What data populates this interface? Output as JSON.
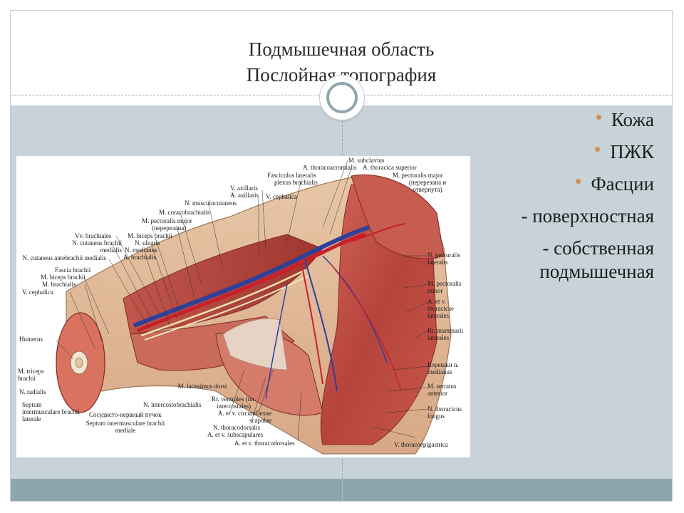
{
  "slide": {
    "title_line1": "Подмышечная область",
    "title_line2": "Послойная топография"
  },
  "bullets": [
    {
      "text": "Кожа"
    },
    {
      "text": "ПЖК"
    },
    {
      "text": "Фасции"
    }
  ],
  "subitems": [
    {
      "text": "- поверхностная"
    },
    {
      "text": "- собственная подмышечная"
    }
  ],
  "colors": {
    "accent_band": "#8ea6ab",
    "content_bg": "#c7d3d8",
    "bullet_dot": "#d08c55"
  },
  "illustration": {
    "labels": {
      "m_subclavius": "M. subclavius",
      "a_thoracoacromialis": "A. thoracoacromialis",
      "a_thoracica_superior": "A. thoracica superior",
      "fasciculus_lateralis": "Fasciculus lateralis",
      "plexus_brachialis": "plexus brachialis",
      "m_pectoralis_major_top": "M. pectoralis major",
      "m_pectoralis_major_top_note": "(перерезана и отвернута)",
      "v_axillaris": "V. axillaris",
      "a_axillaris": "A. axillaris",
      "v_cephalica_top": "V. cephalica",
      "n_musculocutaneus": "N. musculocutaneus",
      "m_coracobrachialis": "M. coracobrachialis",
      "m_pectoralis_major_left": "M. pectoralis major",
      "m_pectoralis_major_left_note": "(перерезана)",
      "vv_brachiales": "Vv. brachiales",
      "n_cutaneus_brachii_medialis": "N. cutaneus brachii medialis",
      "n_cutaneus_antebrachii_medialis": "N. cutaneus antebrachii medialis",
      "m_biceps_brachii_1": "M. biceps brachii",
      "n_ulnaris": "N. ulnaris",
      "n_medianus": "N. medianus",
      "a_brachialis": "A. brachialis",
      "fascia_brachii": "Fascia brachii",
      "m_biceps_brachii_2": "M. biceps brachii",
      "m_brachialis": "M. brachialis",
      "v_cephalica_left": "V. cephalica",
      "humerus": "Humerus",
      "m_triceps_brachii": "M. triceps brachii",
      "n_radialis": "N. radialis",
      "septum_lat": "Septum intermusculare brachii laterale",
      "sosudisto": "Сосудисто-нервный пучок",
      "septum_med": "Septum intermusculare brachii mediale",
      "n_intercostobrachialis": "N. intercostobrachialis",
      "m_latissimus_dorsi": "M. latissimus dorsi",
      "rr_ventrales": "Rr. ventrales (nn. intercostales)",
      "circumflexae": "A. et v. circumflexae scapulae",
      "n_thoracodorsalis": "N. thoracodorsalis",
      "subscapulares": "A. et v. subscapulares",
      "thoracodorsales": "A. et v. thoracodorsales",
      "v_thoracoepigastrica": "V. thoracoepigastrica",
      "n_pectoralis_lateralis": "N. pectoralis lateralis",
      "m_pectoralis_minor": "M. pectoralis minor",
      "thoracicae_laterales": "A. et v. thoracicae laterales",
      "rr_mammarii": "Rr. mammarii laterales",
      "koreshki": "Корешки n. medianus",
      "m_serratus": "M. serratus anterior",
      "n_thoracicus_longus": "N. thoracicus longus"
    }
  }
}
